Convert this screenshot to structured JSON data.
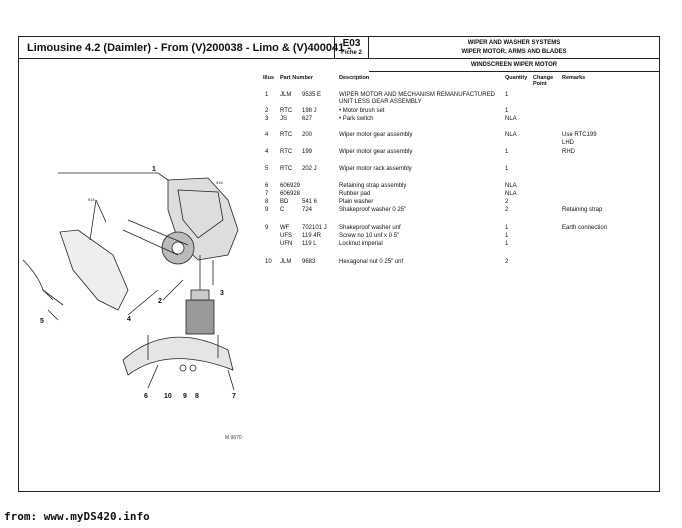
{
  "header": {
    "title": "Limousine 4.2 (Daimler) - From (V)200038 - Limo & (V)400041 -",
    "code": "E03",
    "fiche": "Fiche 2",
    "group": "WIPER AND WASHER SYSTEMS",
    "subgroup": "WIPER MOTOR, ARMS AND BLADES",
    "section": "WINDSCREEN WIPER MOTOR"
  },
  "columns": {
    "illus": "Illus",
    "part_number": "Part Number",
    "description": "Description",
    "quantity": "Quantity",
    "change_point": "Change Point",
    "remarks": "Remarks"
  },
  "parts": [
    {
      "illus": "1",
      "prefix": "JLM",
      "number": "9535 E",
      "desc": "WIPER MOTOR AND MECHANISM  REMANUFACTURED",
      "qty": "1",
      "remarks": ""
    },
    {
      "illus": "",
      "prefix": "",
      "number": "",
      "desc": "UNIT LESS GEAR ASSEMBLY",
      "qty": "",
      "remarks": ""
    },
    {
      "illus": "2",
      "prefix": "RTC",
      "number": "198 J",
      "desc": "• Motor brush set",
      "qty": "1",
      "remarks": ""
    },
    {
      "illus": "3",
      "prefix": "JS",
      "number": "627",
      "desc": "• Park switch",
      "qty": "NLA",
      "remarks": ""
    },
    {
      "illus": "4",
      "prefix": "RTC",
      "number": "200",
      "desc": "Wiper motor gear  assembly",
      "qty": "NLA",
      "remarks": "Use RTC199"
    },
    {
      "illus": "",
      "prefix": "",
      "number": "",
      "desc": "",
      "qty": "",
      "remarks": "LHD"
    },
    {
      "illus": "4",
      "prefix": "RTC",
      "number": "199",
      "desc": "Wiper motor gear  assembly",
      "qty": "1",
      "remarks": "RHD"
    },
    {
      "illus": "5",
      "prefix": "RTC",
      "number": "202 J",
      "desc": "Wiper motor rack assembly",
      "qty": "1",
      "remarks": ""
    },
    {
      "illus": "6",
      "prefix": "606929",
      "number": "",
      "desc": "Retaining strap assembly",
      "qty": "NLA",
      "remarks": ""
    },
    {
      "illus": "7",
      "prefix": "606928",
      "number": "",
      "desc": "Rubber pad",
      "qty": "NLA",
      "remarks": ""
    },
    {
      "illus": "8",
      "prefix": "BD",
      "number": "541 6",
      "desc": "Plain washer",
      "qty": "2",
      "remarks": ""
    },
    {
      "illus": "9",
      "prefix": "C",
      "number": "724",
      "desc": "Shakeproof washer 0 25\"",
      "qty": "2",
      "remarks": "Retaining strap"
    },
    {
      "illus": "9",
      "prefix": "WF",
      "number": "702101 J",
      "desc": "Shakeproof washer unf",
      "qty": "1",
      "remarks": "Earth connection"
    },
    {
      "illus": "",
      "prefix": "UFS",
      "number": "119 4R",
      "desc": "Screw no 10 unf x 0 5\"",
      "qty": "1",
      "remarks": ""
    },
    {
      "illus": "",
      "prefix": "UFN",
      "number": "119 L",
      "desc": "Locknut imperial",
      "qty": "1",
      "remarks": ""
    },
    {
      "illus": "10",
      "prefix": "JLM",
      "number": "9683",
      "desc": "Hexagonal nut 0 25\" unf",
      "qty": "2",
      "remarks": ""
    }
  ],
  "diagram": {
    "callouts": [
      "1",
      "2",
      "3",
      "4",
      "5",
      "6",
      "7",
      "8",
      "9",
      "10"
    ],
    "small_labels": [
      "915",
      "915"
    ],
    "figure_ref": "M 9670"
  },
  "footer": "from: www.myDS420.info"
}
